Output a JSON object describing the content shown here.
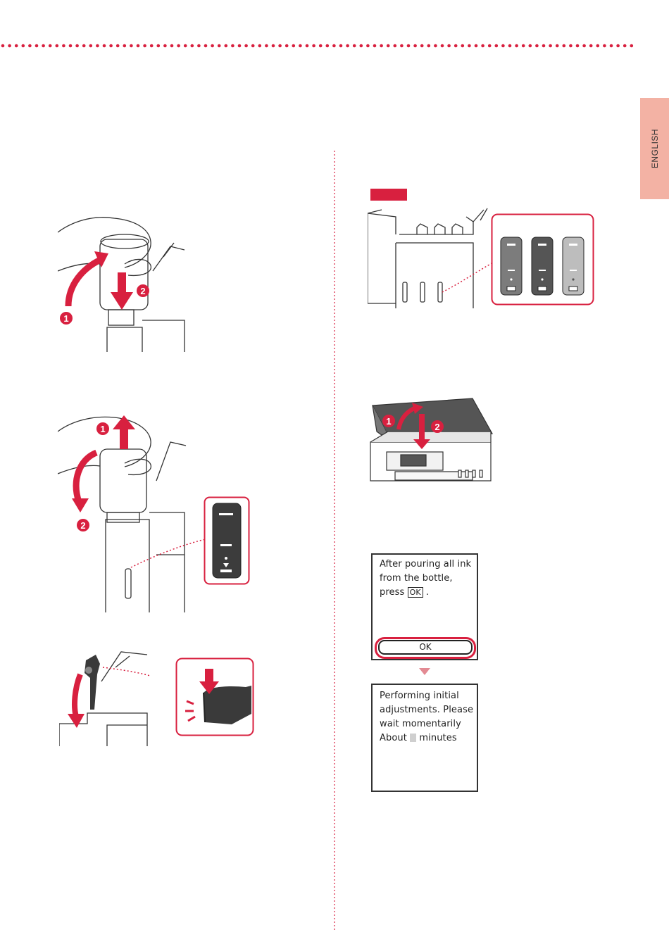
{
  "header": {
    "divider_color": "#d8203f"
  },
  "side_tab": {
    "label": "ENGLISH",
    "color": "#f3b2a4"
  },
  "accent_color": "#d8203f",
  "figures": {
    "pour_bottle": {
      "markers": [
        "1",
        "2"
      ]
    },
    "remove_bottle": {
      "markers": [
        "1",
        "2"
      ]
    },
    "close_cap": {},
    "ink_levels": {},
    "scanner_unit": {
      "markers": [
        "1",
        "2"
      ]
    }
  },
  "screen1": {
    "lines": [
      "After pouring all ink",
      "from the bottle,"
    ],
    "press_text": "press",
    "press_key": "OK",
    "press_end": ".",
    "ok_button": "OK"
  },
  "screen2": {
    "lines": [
      "Performing initial",
      "adjustments. Please",
      "wait momentarily"
    ],
    "about_text": "About",
    "minutes_text": "minutes"
  }
}
